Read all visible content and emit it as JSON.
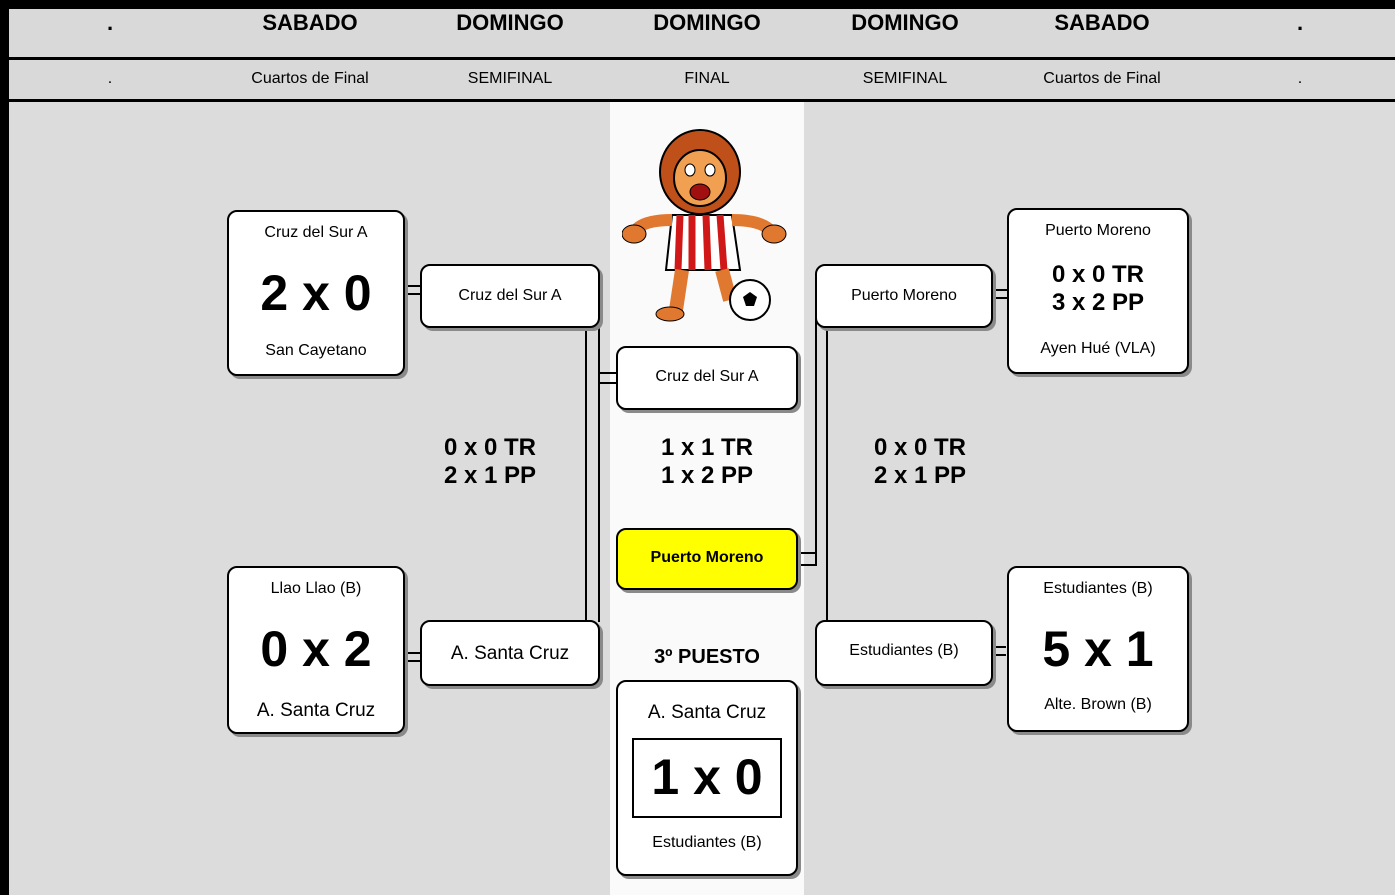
{
  "header": {
    "days": [
      ".",
      "SABADO",
      "DOMINGO",
      "DOMINGO",
      "DOMINGO",
      "SABADO",
      "."
    ],
    "rounds": [
      ".",
      "Cuartos de Final",
      "SEMIFINAL",
      "FINAL",
      "SEMIFINAL",
      "Cuartos de Final",
      "."
    ]
  },
  "left": {
    "qf1": {
      "team1": "Cruz del Sur A",
      "score": "2 x 0",
      "team2": "San Cayetano"
    },
    "qf2": {
      "team1": "Llao Llao (B)",
      "score": "0 x 2",
      "team2": "A. Santa Cruz"
    },
    "sf_winner1": "Cruz del Sur A",
    "sf_winner2": "A. Santa Cruz",
    "sf_score_line1": "0 x 0 TR",
    "sf_score_line2": "2 x 1 PP"
  },
  "right": {
    "qf1": {
      "team1": "Puerto Moreno",
      "score_line1": "0 x 0 TR",
      "score_line2": "3 x 2 PP",
      "team2": "Ayen Hué (VLA)"
    },
    "qf2": {
      "team1": "Estudiantes (B)",
      "score": "5 x 1",
      "team2": "Alte. Brown (B)"
    },
    "sf_winner1": "Puerto Moreno",
    "sf_winner2": "Estudiantes (B)",
    "sf_score_line1": "0 x 0 TR",
    "sf_score_line2": "2 x 1 PP"
  },
  "final": {
    "team1": "Cruz del Sur A",
    "score_line1": "1 x 1 TR",
    "score_line2": "1 x 2 PP",
    "champion": "Puerto Moreno",
    "champion_color": "#ffff00"
  },
  "third": {
    "title": "3º PUESTO",
    "team1": "A. Santa Cruz",
    "score": "1 x 0",
    "team2": "Estudiantes (B)"
  },
  "mascot": {
    "icon": "lion-mascot-soccer-icon"
  }
}
